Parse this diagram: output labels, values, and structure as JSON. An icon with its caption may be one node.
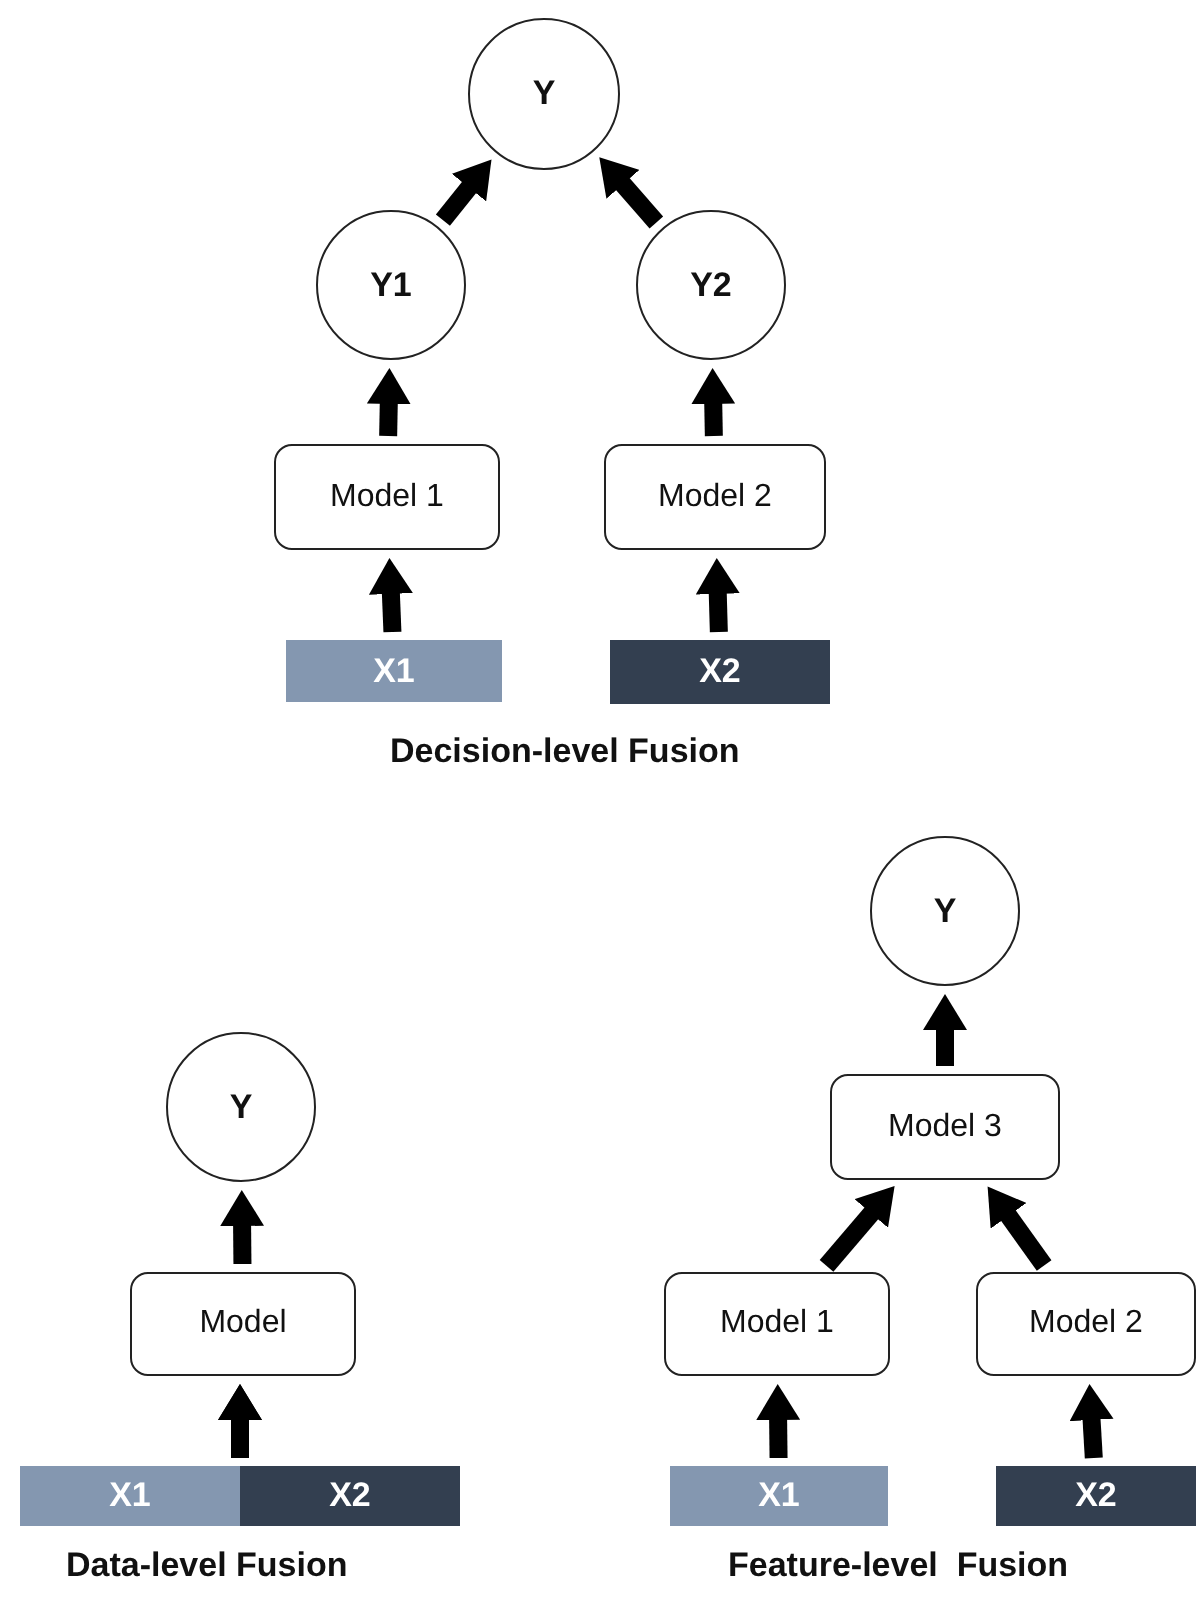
{
  "diagram": {
    "nodes": [
      {
        "text": [
          "Y"
        ]
      },
      {
        "text": [
          "Y1"
        ]
      },
      {
        "text": [
          "Y2"
        ]
      },
      {
        "text": [
          "Model 1"
        ]
      },
      {
        "text": [
          "Model 2"
        ]
      },
      {
        "text": [
          "X1"
        ]
      },
      {
        "text": [
          "X2"
        ]
      },
      {
        "text": [
          "Y"
        ]
      },
      {
        "text": [
          "Model"
        ]
      },
      {
        "text": [
          "X1"
        ]
      },
      {
        "text": [
          "X2"
        ]
      },
      {
        "text": [
          "Y"
        ]
      },
      {
        "text": [
          "Model 3"
        ]
      },
      {
        "text": [
          "Model 1"
        ]
      },
      {
        "text": [
          "Model 2"
        ]
      },
      {
        "text": [
          "X1"
        ]
      },
      {
        "text": [
          "X2"
        ]
      }
    ],
    "edges": [
      {
        "from": 5,
        "to": 3,
        "arrow": "to"
      },
      {
        "from": 6,
        "to": 4,
        "arrow": "to"
      },
      {
        "from": 3,
        "to": 1,
        "arrow": "to"
      },
      {
        "from": 4,
        "to": 2,
        "arrow": "to"
      },
      {
        "from": 1,
        "to": 0,
        "arrow": "to"
      },
      {
        "from": 2,
        "to": 0,
        "arrow": "to"
      },
      {
        "from": 9,
        "to": 8,
        "arrow": "to"
      },
      {
        "from": 10,
        "to": 8,
        "arrow": "to"
      },
      {
        "from": 8,
        "to": 7,
        "arrow": "to"
      },
      {
        "from": 15,
        "to": 13,
        "arrow": "to"
      },
      {
        "from": 16,
        "to": 14,
        "arrow": "to"
      },
      {
        "from": 13,
        "to": 12,
        "arrow": "to"
      },
      {
        "from": 14,
        "to": 12,
        "arrow": "to"
      },
      {
        "from": 12,
        "to": 11,
        "arrow": "to"
      }
    ],
    "labels": [
      "Decision-level Fusion",
      "Data-level Fusion",
      "Feature-level  Fusion"
    ]
  }
}
